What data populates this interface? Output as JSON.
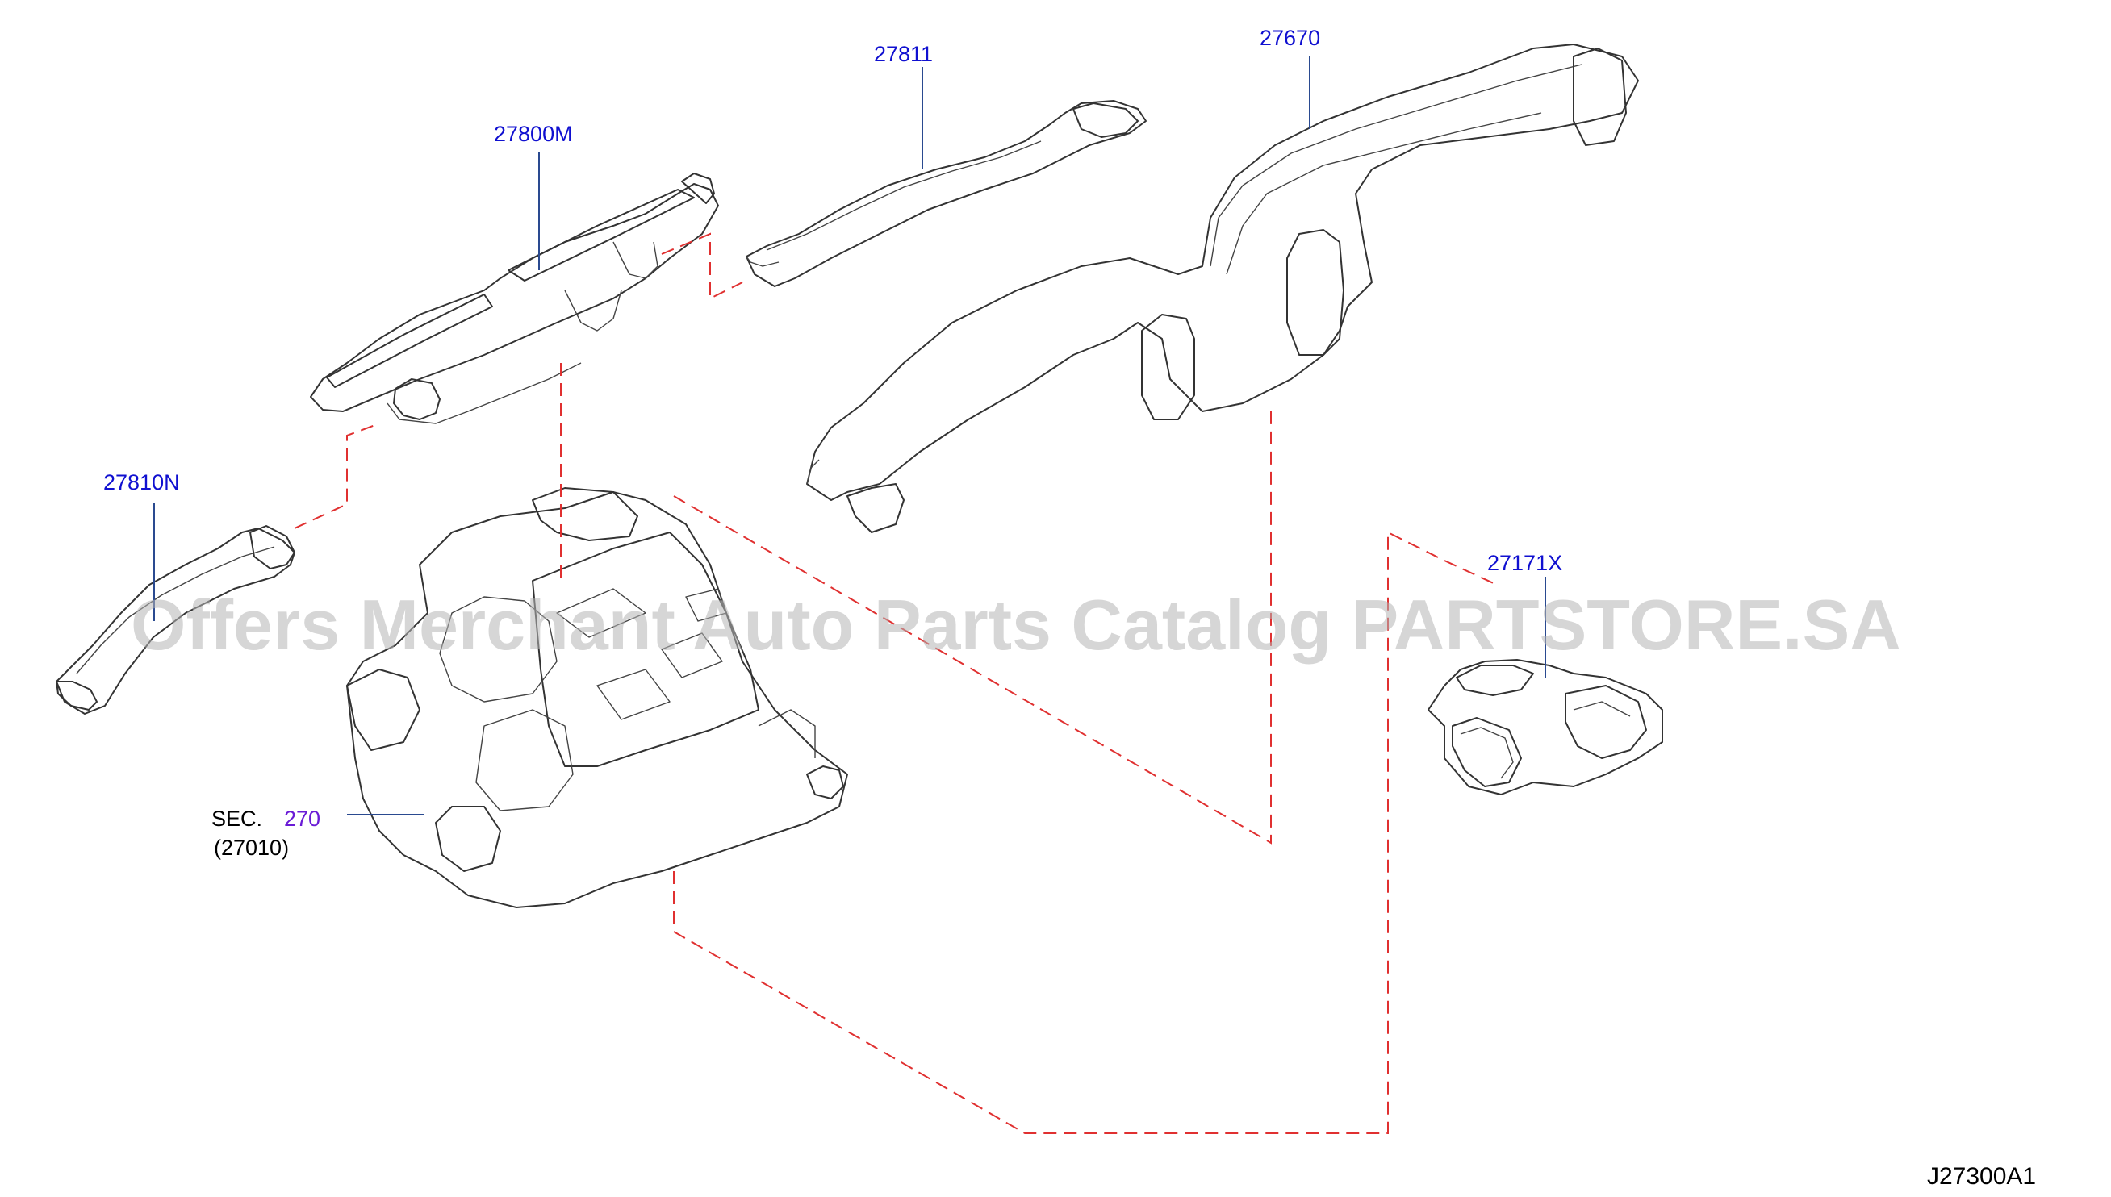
{
  "parts": {
    "p27811": "27811",
    "p27670": "27670",
    "p27800M": "27800M",
    "p27810N": "27810N",
    "p27171X": "27171X"
  },
  "section_ref": {
    "prefix": "SEC.",
    "link": "270",
    "sub": "(27010)"
  },
  "watermark": "Offers Merchant Auto Parts Catalog PARTSTORE.SA",
  "diagram_code": "J27300A1",
  "colors": {
    "part_number": "#1010d0",
    "section_link": "#6a1bd6",
    "dashed_connector": "#e03030",
    "leader": "#2a4a90"
  }
}
